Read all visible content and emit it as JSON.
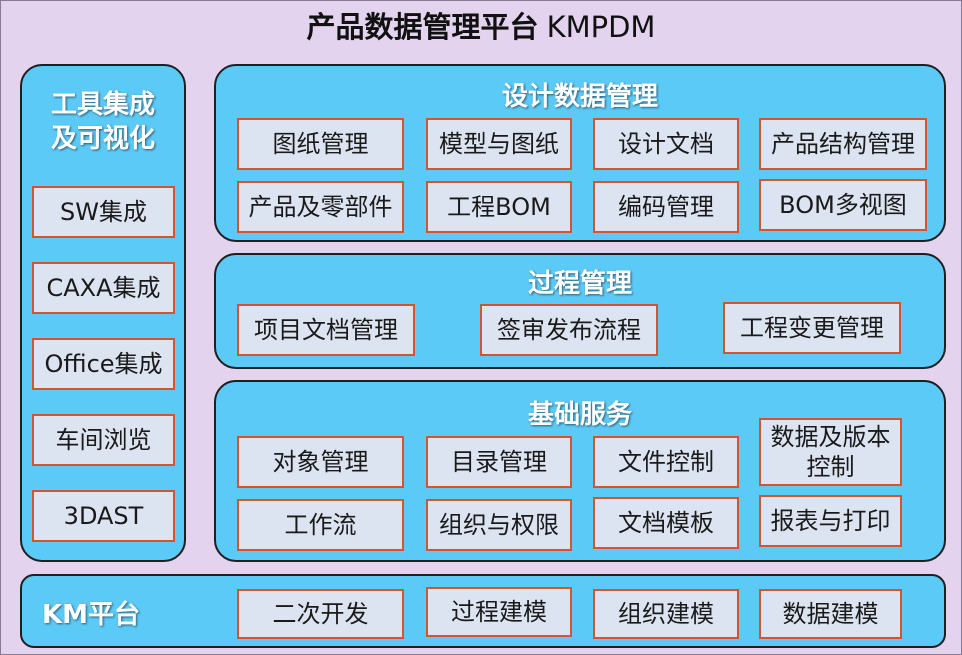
{
  "title": {
    "main": "产品数据管理平台",
    "sub": "KMPDM"
  },
  "tools_panel": {
    "title_line1": "工具集成",
    "title_line2": "及可视化",
    "items": [
      "SW集成",
      "CAXA集成",
      "Office集成",
      "车间浏览",
      "3DAST"
    ]
  },
  "design_panel": {
    "title": "设计数据管理",
    "items": [
      "图纸管理",
      "模型与图纸",
      "设计文档",
      "产品结构管理",
      "产品及零部件",
      "工程BOM",
      "编码管理",
      "BOM多视图"
    ]
  },
  "process_panel": {
    "title": "过程管理",
    "items": [
      "项目文档管理",
      "签审发布流程",
      "工程变更管理"
    ]
  },
  "base_panel": {
    "title": "基础服务",
    "items": [
      "对象管理",
      "目录管理",
      "文件控制",
      "数据及版本控制",
      "工作流",
      "组织与权限",
      "文档模板",
      "报表与打印"
    ]
  },
  "km_panel": {
    "title": "KM平台",
    "items": [
      "二次开发",
      "过程建模",
      "组织建模",
      "数据建模"
    ]
  },
  "colors": {
    "background": "#e3d3ee",
    "panel": "#5ccaf7",
    "box": "#dde4f1",
    "box_border": "#d2552e"
  }
}
